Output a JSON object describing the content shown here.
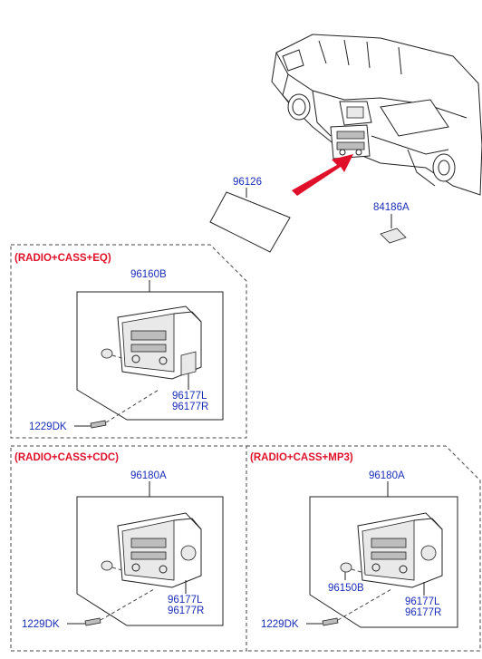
{
  "labels": {
    "cover_part": "96126",
    "bracket_part": "84186A",
    "group1_title": "(RADIO+CASS+EQ)",
    "group1_unit": "96160B",
    "group1_bracket": "96177L\n96177R",
    "group1_bracket_l": "96177L",
    "group1_bracket_r": "96177R",
    "group1_screw": "1229DK",
    "group2_title": "(RADIO+CASS+CDC)",
    "group2_unit": "96180A",
    "group2_bracket_l": "96177L",
    "group2_bracket_r": "96177R",
    "group2_screw": "1229DK",
    "group3_title": "(RADIO+CASS+MP3)",
    "group3_unit": "96180A",
    "group3_knob": "96150B",
    "group3_bracket_l": "96177L",
    "group3_bracket_r": "96177R",
    "group3_screw": "1229DK"
  },
  "colors": {
    "label": "#1a2db8",
    "group_title": "#e0102a",
    "arrow": "#e0102a",
    "line": "#222222"
  }
}
